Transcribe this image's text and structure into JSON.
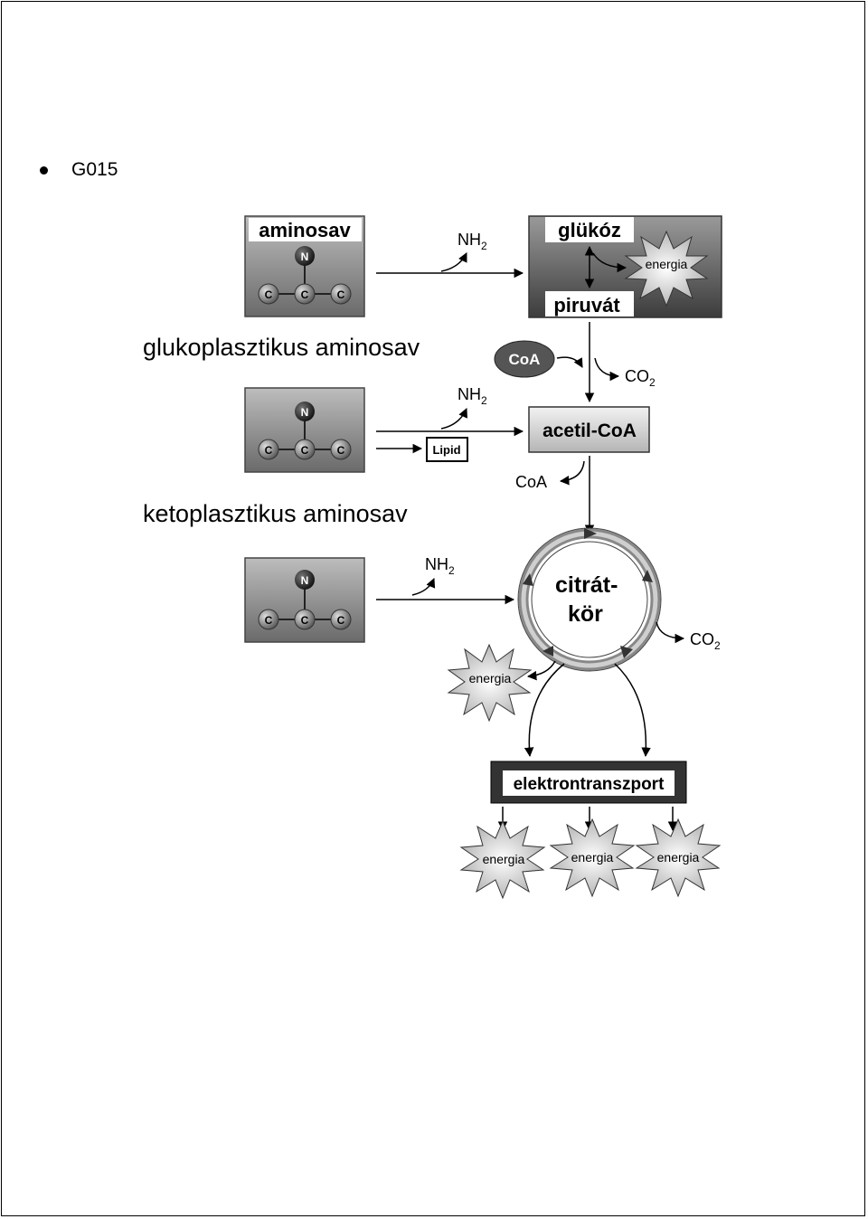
{
  "bullet": {
    "label": "G015"
  },
  "diagram": {
    "amino_label": "aminosav",
    "atom_n": "N",
    "atom_c": "C",
    "nh2": "NH",
    "nh2_sub": "2",
    "glucose": "glükóz",
    "pyruvate": "piruvát",
    "energy": "energia",
    "coa": "CoA",
    "co2": "CO",
    "co2_sub": "2",
    "acetyl_coa": "acetil-CoA",
    "lipid": "Lipid",
    "glucoplastic_label": "glukoplasztikus aminosav",
    "ketoplastic_label": "ketoplasztikus aminosav",
    "citrate_line1": "citrát-",
    "citrate_line2": "kör",
    "electron_transport": "elektrontranszport"
  }
}
